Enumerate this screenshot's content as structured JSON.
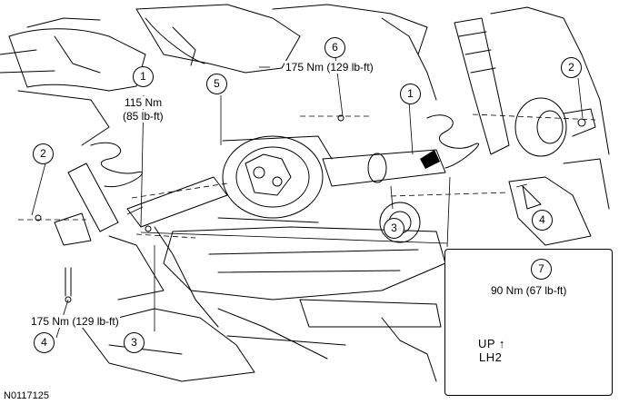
{
  "callouts": {
    "c1a": "1",
    "c1b": "1",
    "c2a": "2",
    "c2b": "2",
    "c3a": "3",
    "c3b": "3",
    "c4a": "4",
    "c4b": "4",
    "c5": "5",
    "c6": "6",
    "c7": "7"
  },
  "torque": {
    "t115_nm": "115 Nm",
    "t115_lbft": "(85 lb-ft)",
    "t175_top": "175 Nm (129 lb-ft)",
    "t175_bottom": "175 Nm (129 lb-ft)",
    "t90": "90 Nm (67 lb-ft)"
  },
  "inset_stamp": {
    "line1": "UP ↑",
    "line2": "LH2"
  },
  "figure_code": "N0117125"
}
